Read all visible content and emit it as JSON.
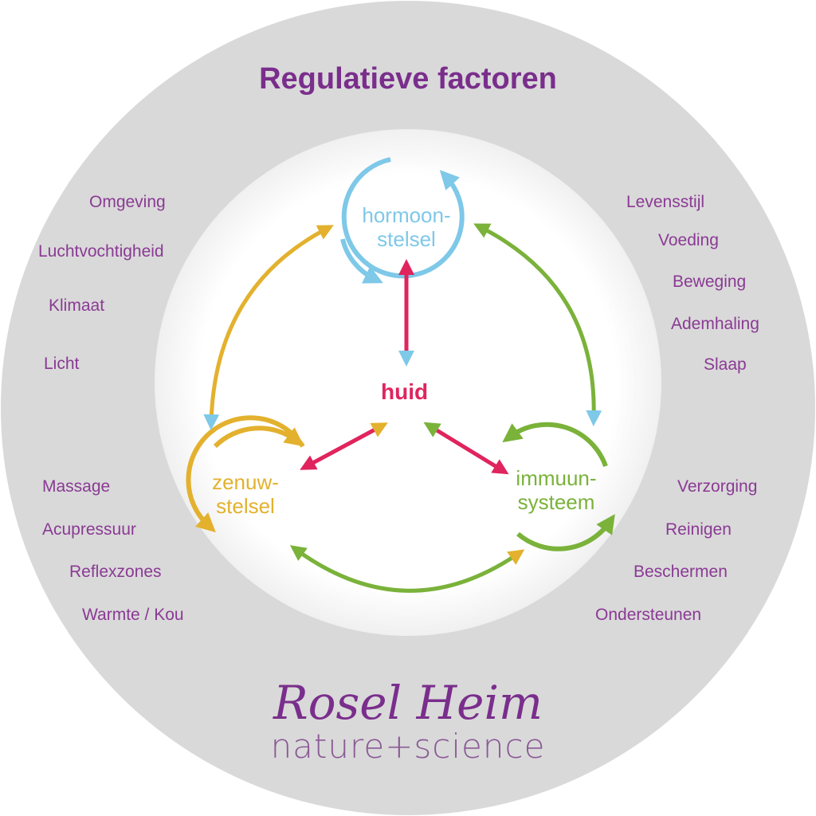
{
  "title": "Regulatieve factoren",
  "center": "huid",
  "nodes": {
    "hormone": [
      "hormoon-",
      "stelsel"
    ],
    "nerve": [
      "zenuw-",
      "stelsel"
    ],
    "immune": [
      "immuun-",
      "systeem"
    ]
  },
  "left_factors": [
    "Omgeving",
    "Luchtvochtigheid",
    "Klimaat",
    "Licht"
  ],
  "right_factors": [
    "Levensstijl",
    "Voeding",
    "Beweging",
    "Ademhaling",
    "Slaap"
  ],
  "bottom_left_factors": [
    "Massage",
    "Acupressuur",
    "Reflexzones",
    "Warmte / Kou"
  ],
  "bottom_right_factors": [
    "Verzorging",
    "Reinigen",
    "Beschermen",
    "Ondersteunen"
  ],
  "brand": {
    "script": "Rosel Heim",
    "sub": "nature+science"
  },
  "colors": {
    "ring": "#d9d9d9",
    "hormone": "#7ec8e8",
    "nerve": "#e3b12e",
    "immune": "#7ab23a",
    "skin": "#e0245e",
    "text": "#8a3a94"
  }
}
